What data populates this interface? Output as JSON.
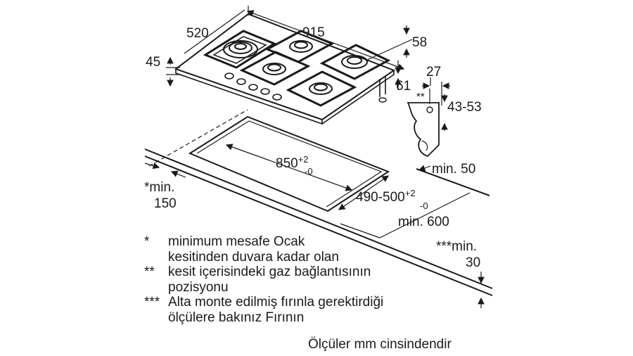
{
  "diagram": {
    "dims": {
      "depth": "520",
      "width": "915",
      "height": "45",
      "right_depth": "58",
      "bracket_width": "27",
      "bracket_gap": "61",
      "double_star": "**",
      "worktop_thickness": "43-53",
      "cutout_width": "850",
      "cutout_width_tol_plus": "+2",
      "cutout_width_tol_minus": "-0",
      "cutout_depth": "490-500",
      "cutout_depth_tol_plus": "+2",
      "cutout_depth_tol_minus": "-0",
      "min_50": "min. 50",
      "min_600": "min. 600",
      "min_150_a": "*min.",
      "min_150_b": "150",
      "min_30_a": "***min.",
      "min_30_b": "30"
    },
    "notes": [
      {
        "mark": "*",
        "lines": [
          "minimum mesafe Ocak",
          "kesitinden duvara kadar olan"
        ]
      },
      {
        "mark": "**",
        "lines": [
          "kesit içerisindeki gaz bağlantısının",
          "pozisyonu"
        ]
      },
      {
        "mark": "***",
        "lines": [
          "Alta monte edilmiş fırınla gerektirdiği",
          "ölçülere bakınız Fırının"
        ]
      }
    ],
    "footer": "Ölçüler mm cinsindendir"
  }
}
